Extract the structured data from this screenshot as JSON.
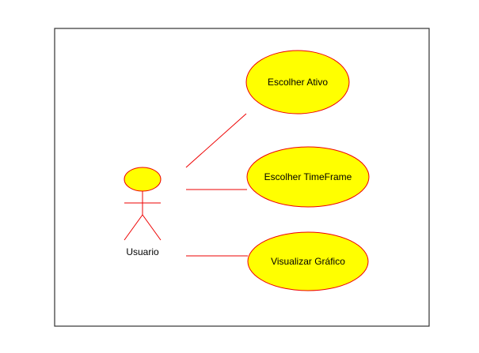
{
  "colors": {
    "background": "#ffffff",
    "frame_border": "#333333",
    "line": "#ee0000",
    "fill": "#ffff00",
    "text": "#000000"
  },
  "actor": {
    "name": "Usuario"
  },
  "use_cases": [
    {
      "label": "Escolher Ativo"
    },
    {
      "label": "Escolher TimeFrame"
    },
    {
      "label": "Visualizar Gráfico"
    }
  ]
}
